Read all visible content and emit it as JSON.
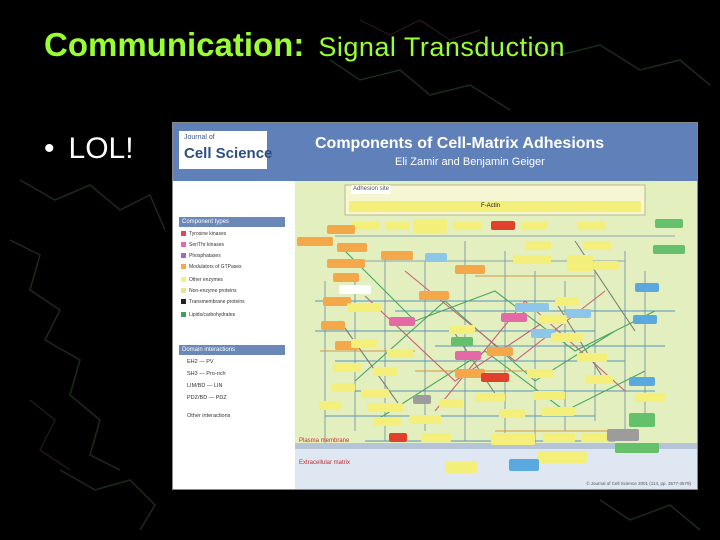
{
  "slide": {
    "title_main": "Communication:",
    "title_sub": "Signal Transduction",
    "bullet": "LOL!"
  },
  "colors": {
    "title": "#99ff33",
    "background": "#000000",
    "poster_header": "#5f80b8",
    "diagram_bg": "#e4efc0"
  },
  "poster": {
    "journal_small": "Journal of",
    "journal_name": "Cell Science",
    "title": "Components of Cell-Matrix Adhesions",
    "authors": "Eli Zamir and Benjamin Geiger",
    "legend": {
      "components_heading": "Component types",
      "component_types": [
        {
          "label": "Tyrosine kinases",
          "color": "#e3445a"
        },
        {
          "label": "Ser/Thr kinases",
          "color": "#e36aa6"
        },
        {
          "label": "Phosphatases",
          "color": "#9c6ad0"
        },
        {
          "label": "Modulators of GTPases",
          "color": "#f5a84a"
        },
        {
          "label": "Other enzymes",
          "color": "#f3ef7a"
        },
        {
          "label": "Non-enzyme proteins",
          "color": "#e7e095"
        },
        {
          "label": "Transmembrane proteins",
          "color": "#222222"
        },
        {
          "label": "Lipids/carbohydrates",
          "color": "#3fa060"
        }
      ],
      "domains_heading": "Domain interactions",
      "domain_pairs": [
        "EH2 — PV",
        "SH3 — Pro-rich",
        "LIM/BD — LIN",
        "PDZ/BD — PDZ"
      ],
      "other": "Other interactions"
    },
    "diagram": {
      "adhesion_site": "Adhesion site",
      "factin": "F-Actin",
      "plasma_membrane": "Plasma membrane",
      "extracellular": "Extracellular matrix",
      "copyright": "© Journal of Cell Science 2001 (114, pp. 3577-3579)"
    }
  }
}
